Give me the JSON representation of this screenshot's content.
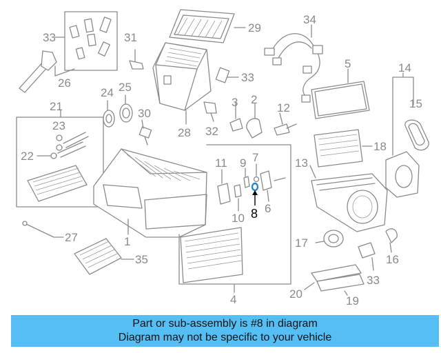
{
  "colors": {
    "banner_bg": "#55bff5",
    "line": "#8a8a8a",
    "highlight": "#1e88c8",
    "text": "#111111"
  },
  "callouts": [
    "1",
    "2",
    "3",
    "4",
    "5",
    "6",
    "7",
    "8",
    "9",
    "10",
    "11",
    "12",
    "13",
    "14",
    "15",
    "16",
    "17",
    "18",
    "19",
    "20",
    "21",
    "22",
    "23",
    "24",
    "25",
    "26",
    "27",
    "28",
    "29",
    "30",
    "31",
    "32",
    "33",
    "34",
    "35"
  ],
  "highlight": {
    "label": "8"
  },
  "banner": {
    "line1": "Part or sub-assembly is #8 in diagram",
    "line2": "Diagram may not be specific to your vehicle"
  }
}
